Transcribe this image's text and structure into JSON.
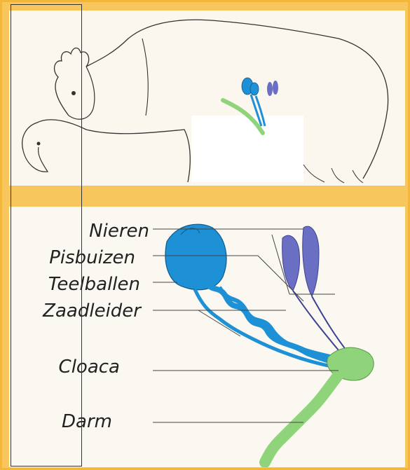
{
  "labels": {
    "nieren": "Nieren",
    "pisbuizen": "Pisbuizen",
    "teelballen": "Teelballen",
    "zaadleider": "Zaadleider",
    "cloaca": "Cloaca",
    "darm": "Darm"
  },
  "colors": {
    "frame": "#f7c65c",
    "panel": "#faf8f1",
    "kidney": "#1e90d6",
    "testis": "#6a6fc4",
    "cloaca": "#8fd47a",
    "line": "#444444"
  }
}
